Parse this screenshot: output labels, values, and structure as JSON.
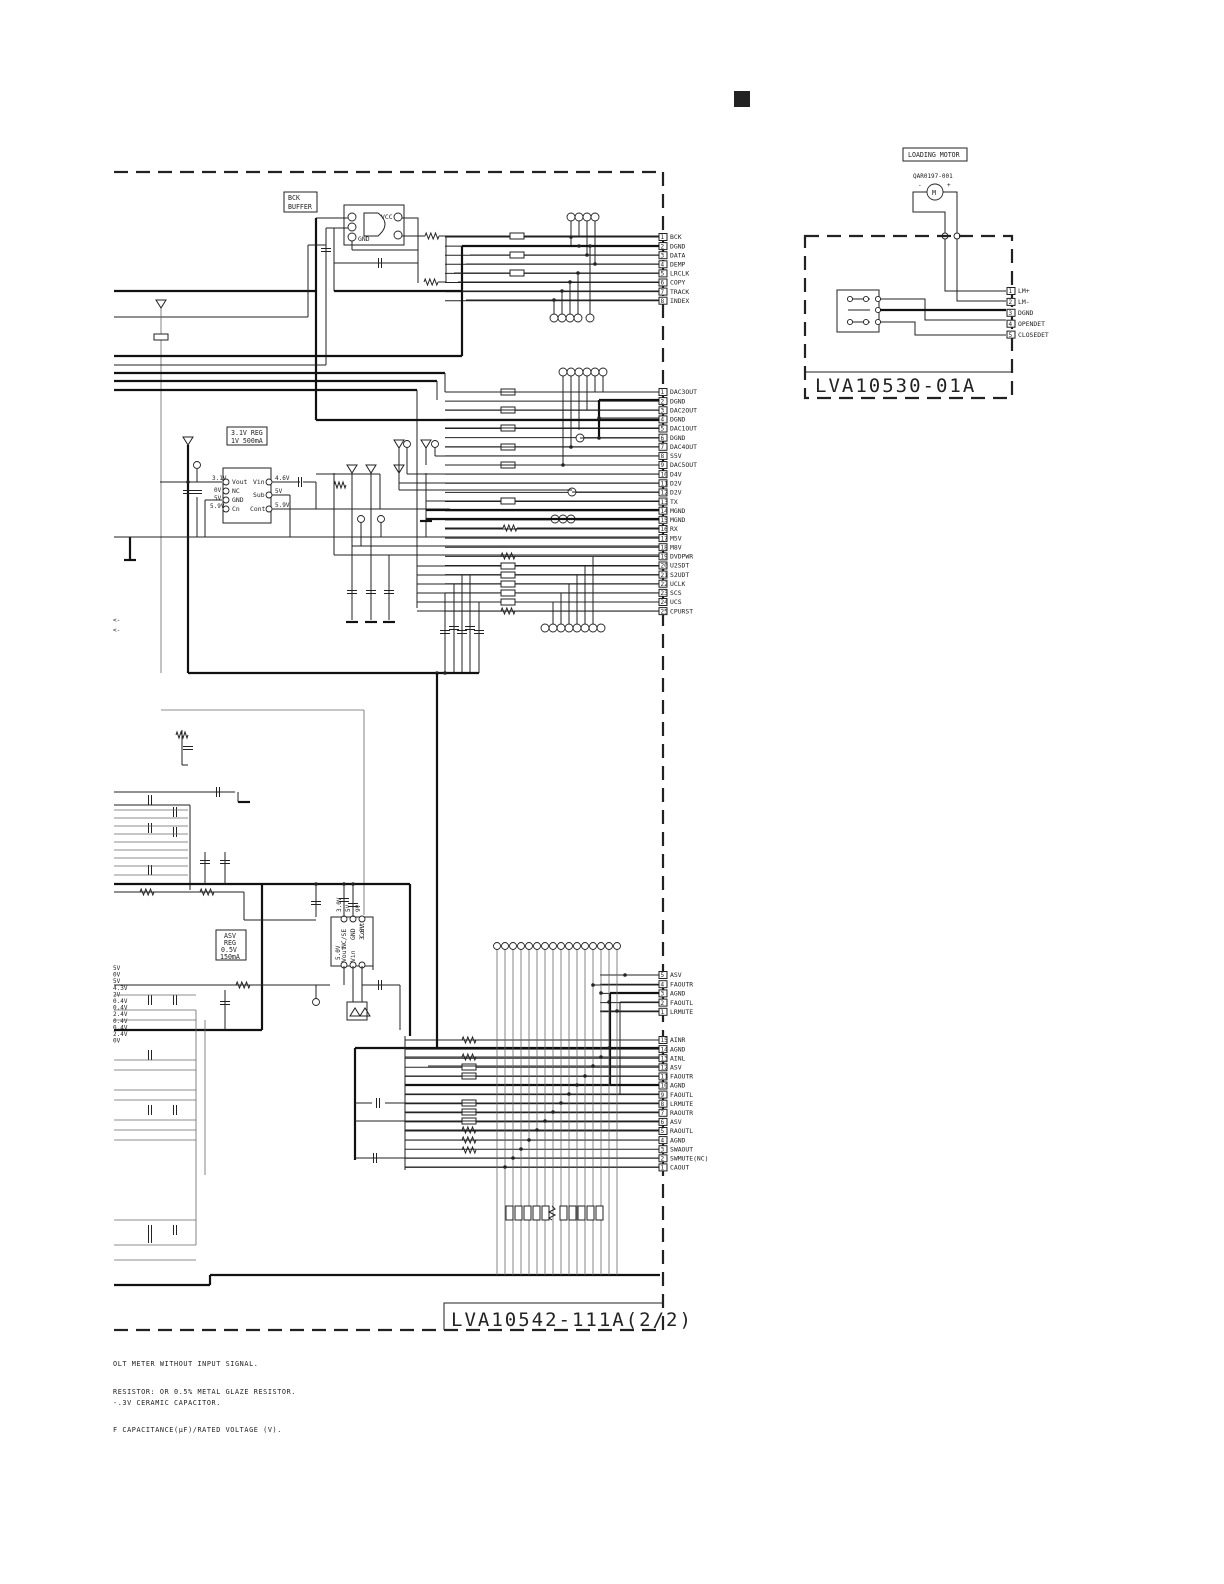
{
  "page": {
    "section_marker_color": "#222222",
    "ink_color": "#222222"
  },
  "main_board": {
    "board_label": "LVA10542-111A(2/2)",
    "bck_buffer_label": [
      "BCK",
      "BUFFER"
    ],
    "ic_buffer_pins": [
      "VCC",
      "GND"
    ],
    "reg_33v_label": [
      "3.1V REG",
      "1V 500mA"
    ],
    "reg_33v_pins": [
      "Vout",
      "NC",
      "GND",
      "Cn",
      "Vin",
      "Sub",
      "Cont"
    ],
    "reg_33v_volts": [
      "3.1V",
      "0V",
      "5V",
      "5.9V",
      "4.6V",
      "5V",
      "5.9V"
    ],
    "asv_reg_label": [
      "ASV",
      "REG",
      "0.5V",
      "150mA"
    ],
    "asv_reg_pins": [
      "NC/SE",
      "GND",
      "3.0V",
      "Vout",
      "Vin",
      "Cont"
    ],
    "asv_reg_volts": [
      "5.0V",
      "5V",
      "3.0V",
      "9V"
    ],
    "left_edge_volts": [
      "5V",
      "0V",
      "5V",
      "4.3V",
      "2V",
      "0.4V",
      "0.4V",
      "2.4V",
      "0.4V",
      "0.4V",
      "2.4V",
      "0V"
    ],
    "left_edge_arrows": [
      "<-",
      "<-"
    ]
  },
  "connectors": {
    "cn_top": [
      "BCK",
      "DGND",
      "DATA",
      "DEMP",
      "LRCLK",
      "COPY",
      "TRACK",
      "INDEX"
    ],
    "cn_mid": [
      "DAC3OUT",
      "DGND",
      "DAC2OUT",
      "DGND",
      "DAC1OUT",
      "DGND",
      "DAC4OUT",
      "S5V",
      "DAC5OUT",
      "D4V",
      "D2V",
      "D2V",
      "TX",
      "MGND",
      "MGND",
      "RX",
      "M5V",
      "M8V",
      "DVDPWR",
      "U2SDT",
      "S2UDT",
      "UCLK",
      "SCS",
      "UCS",
      "CPURST"
    ],
    "cn_lower_a": [
      {
        "n": "5",
        "t": "ASV"
      },
      {
        "n": "4",
        "t": "FAOUTR"
      },
      {
        "n": "3",
        "t": "AGND"
      },
      {
        "n": "2",
        "t": "FAOUTL"
      },
      {
        "n": "1",
        "t": "LRMUTE"
      }
    ],
    "cn_lower_b": [
      {
        "n": "15",
        "t": "AINR"
      },
      {
        "n": "14",
        "t": "AGND"
      },
      {
        "n": "13",
        "t": "AINL"
      },
      {
        "n": "12",
        "t": "ASV"
      },
      {
        "n": "11",
        "t": "FAOUTR"
      },
      {
        "n": "10",
        "t": "AGND"
      },
      {
        "n": "9",
        "t": "FAOUTL"
      },
      {
        "n": "8",
        "t": "LRMUTE"
      },
      {
        "n": "7",
        "t": "RAOUTR"
      },
      {
        "n": "6",
        "t": "ASV"
      },
      {
        "n": "5",
        "t": "RAOUTL"
      },
      {
        "n": "4",
        "t": "AGND"
      },
      {
        "n": "3",
        "t": "SWAOUT"
      },
      {
        "n": "2",
        "t": "SWMUTE(NC)"
      },
      {
        "n": "1",
        "t": "CAOUT"
      }
    ]
  },
  "loading_board": {
    "title": "LOADING MOTOR",
    "motor_part": "QAR0197-001",
    "motor_symbol": "M",
    "polarity_minus": "-",
    "polarity_plus": "+",
    "pins": [
      "LM+",
      "LM-",
      "DGND",
      "OPENDET",
      "CLOSEDET"
    ],
    "board_label": "LVA10530-01A"
  },
  "notes": [
    "OLT METER WITHOUT INPUT SIGNAL.",
    "RESISTOR: OR 0.5% METAL GLAZE RESISTOR.",
    "-.3V CERAMIC CAPACITOR.",
    "F CAPACITANCE(µF)/RATED VOLTAGE (V)."
  ]
}
